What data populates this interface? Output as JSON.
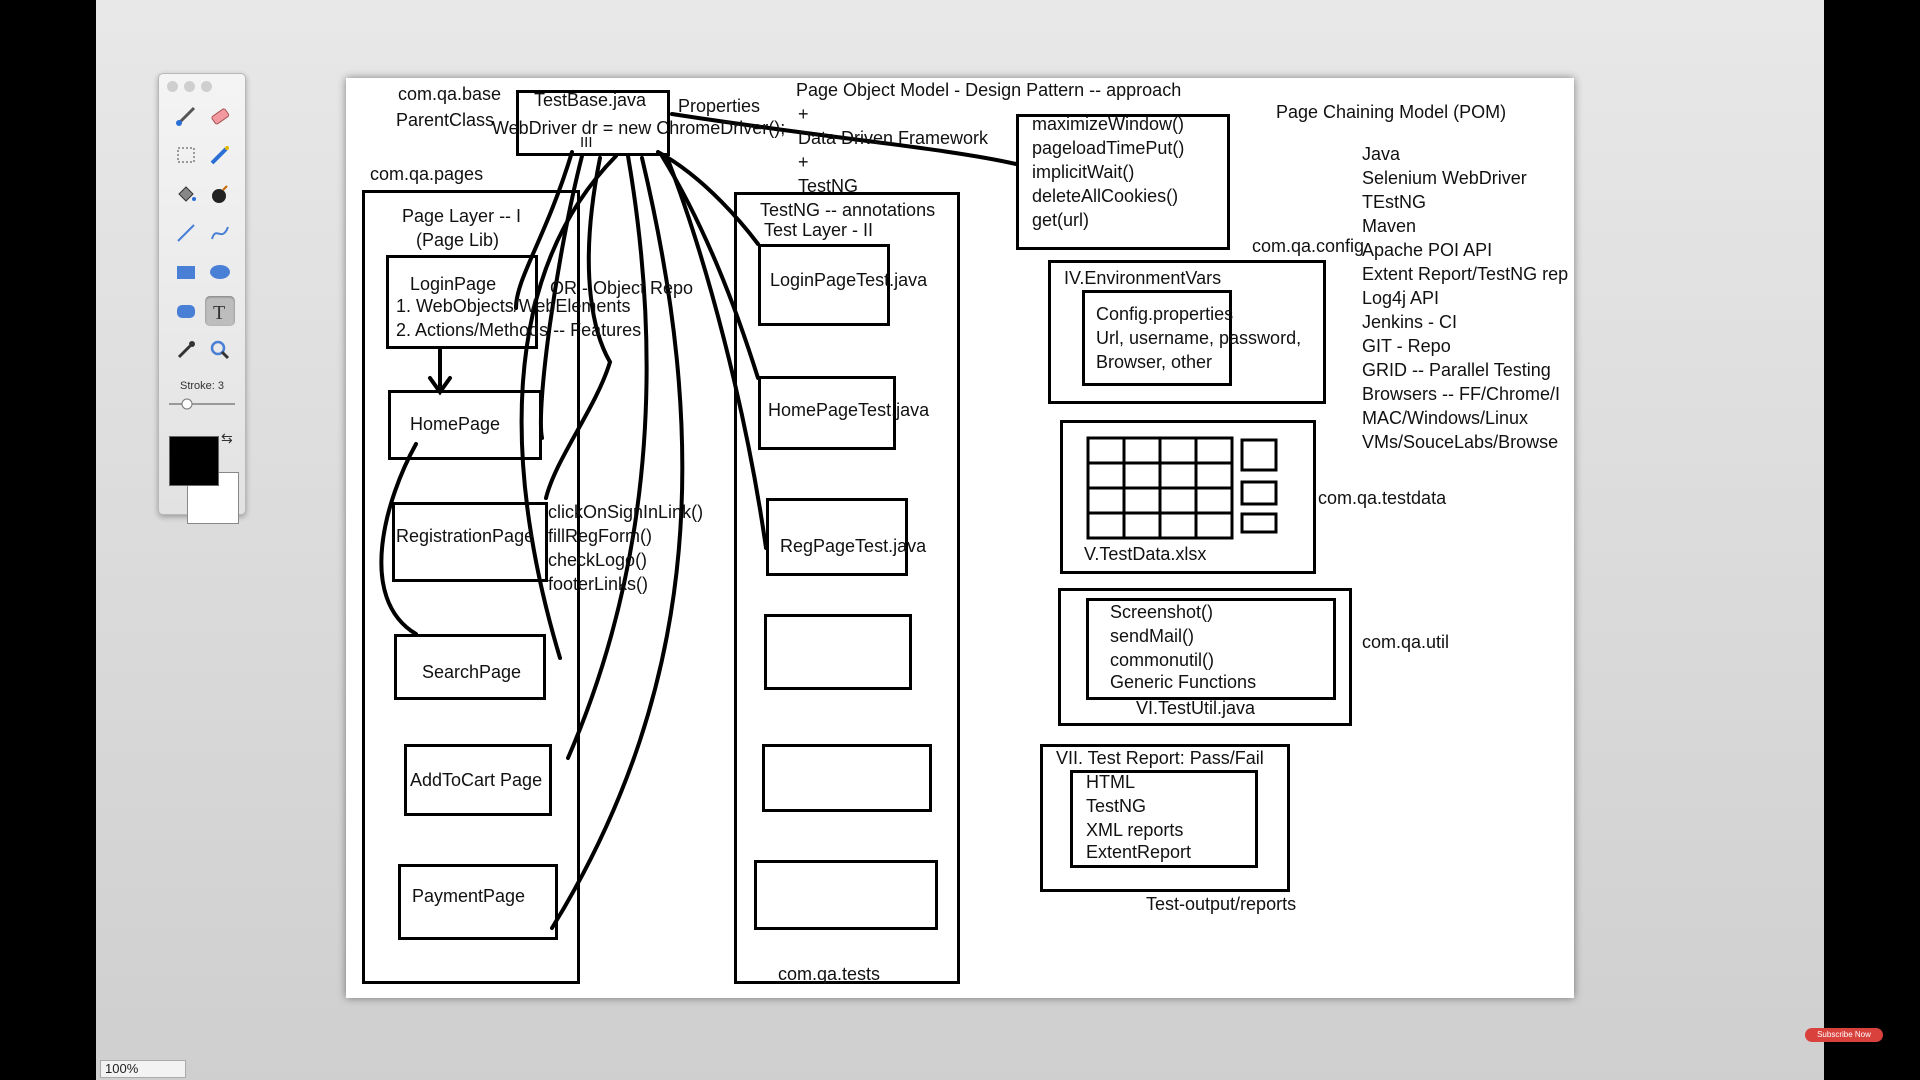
{
  "toolbar": {
    "stroke_label": "Stroke: 3",
    "tools": [
      "brush-icon",
      "eraser-icon",
      "marquee-select-icon",
      "magic-wand-icon",
      "paint-bucket-icon",
      "bomb-icon",
      "line-icon",
      "curve-icon",
      "rectangle-icon",
      "ellipse-icon",
      "rounded-rectangle-icon",
      "text-icon",
      "eyedropper-icon",
      "zoom-icon"
    ],
    "active_tool": "text-icon",
    "foreground_color": "#000000",
    "background_color": "#ffffff"
  },
  "zoom_level": "100%",
  "subscribe_label": "Subscribe Now",
  "diagram": {
    "base_package": "com.qa.base",
    "parent_class": "ParentClass",
    "testbase_title": "TestBase.java",
    "webdriver_line": "WebDriver dr = new ChromeDriver();",
    "roman_one": "III",
    "properties": "Properties",
    "pom_title": "Page Object Model - Design Pattern -- approach",
    "plus_1": "+",
    "data_driven": "Data Driven Framework",
    "plus_2": "+",
    "testng": "TestNG",
    "browser_methods": [
      "maximizeWindow()",
      "pageloadTimePut()",
      "implicitWait()",
      "deleteAllCookies()",
      "get(url)"
    ],
    "chaining_title": "Page Chaining Model (POM)",
    "tech_list": [
      "Java",
      "Selenium WebDriver",
      "TEstNG",
      "Maven",
      "Apache POI API",
      "Extent Report/TestNG rep",
      "Log4j API",
      "Jenkins - CI",
      "GIT - Repo",
      "GRID -- Parallel Testing",
      "Browsers -- FF/Chrome/I",
      "MAC/Windows/Linux",
      "VMs/SouceLabs/Browse"
    ],
    "pages_package": "com.qa.pages",
    "page_layer_title": "Page Layer -- I",
    "page_layer_sub": "(Page Lib)",
    "login_page": "LoginPage",
    "login_line_1": "1. WebObjects/WebElements",
    "login_line_2": "2. Actions/Methods -- Features",
    "or_label": "OR - Object Repo",
    "home_page": "HomePage",
    "registration_page": "RegistrationPage",
    "search_page": "SearchPage",
    "add_to_cart_page": "AddToCart Page",
    "payment_page": "PaymentPage",
    "page_methods": [
      "clickOnSignInLink()",
      "fillRegForm()",
      "checkLogo()",
      "footerLinks()"
    ],
    "test_layer_title": "TestNG -- annotations",
    "test_layer_sub": "Test Layer - II",
    "login_test": "LoginPageTest.java",
    "home_test": "HomePageTest.java",
    "reg_test": "RegPageTest.java",
    "tests_package": "com.qa.tests",
    "config_package": "com.qa.config",
    "env_title": "IV.EnvironmentVars",
    "config_lines": [
      "Config.properties",
      "Url, username, password,",
      "Browser, other"
    ],
    "testdata_title": "V.TestData.xlsx",
    "testdata_package": "com.qa.testdata",
    "util_methods": [
      "Screenshot()",
      "sendMail()",
      "commonutil()",
      "Generic Functions"
    ],
    "util_title": "VI.TestUtil.java",
    "util_package": "com.qa.util",
    "report_title": "VII. Test Report: Pass/Fail",
    "report_items": [
      "HTML",
      "TestNG",
      "XML reports",
      "ExtentReport"
    ],
    "report_path": "Test-output/reports"
  }
}
